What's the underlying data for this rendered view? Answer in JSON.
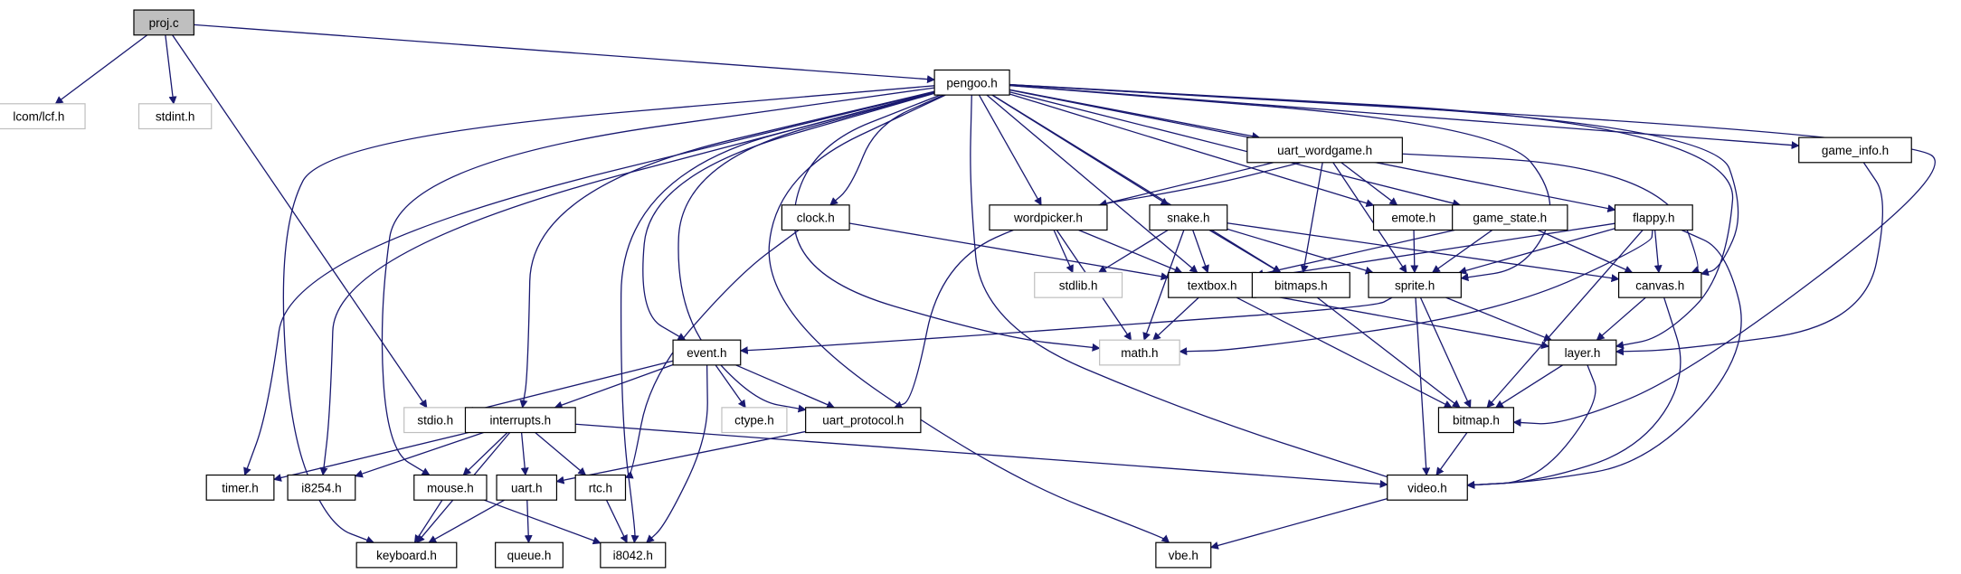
{
  "graph": {
    "root": "proj.c",
    "colors": {
      "edge": "#191970",
      "node_fill": "#ffffff",
      "node_stroke": "#000000",
      "system_header_stroke": "#bfbfbf",
      "root_fill": "#bfbfbf"
    },
    "nodes": [
      {
        "id": "proj",
        "label": "proj.c",
        "style": "root"
      },
      {
        "id": "lcf",
        "label": "lcom/lcf.h",
        "style": "system"
      },
      {
        "id": "stdint",
        "label": "stdint.h",
        "style": "system"
      },
      {
        "id": "pengoo",
        "label": "pengoo.h",
        "style": "normal"
      },
      {
        "id": "uartwg",
        "label": "uart_wordgame.h",
        "style": "normal"
      },
      {
        "id": "gameinfo",
        "label": "game_info.h",
        "style": "normal"
      },
      {
        "id": "clock",
        "label": "clock.h",
        "style": "normal"
      },
      {
        "id": "wordpicker",
        "label": "wordpicker.h",
        "style": "normal"
      },
      {
        "id": "snake",
        "label": "snake.h",
        "style": "normal"
      },
      {
        "id": "emote",
        "label": "emote.h",
        "style": "normal"
      },
      {
        "id": "gamestate",
        "label": "game_state.h",
        "style": "normal"
      },
      {
        "id": "flappy",
        "label": "flappy.h",
        "style": "normal"
      },
      {
        "id": "stdlib",
        "label": "stdlib.h",
        "style": "system"
      },
      {
        "id": "textbox",
        "label": "textbox.h",
        "style": "normal"
      },
      {
        "id": "bitmaps",
        "label": "bitmaps.h",
        "style": "normal"
      },
      {
        "id": "sprite",
        "label": "sprite.h",
        "style": "normal"
      },
      {
        "id": "canvas",
        "label": "canvas.h",
        "style": "normal"
      },
      {
        "id": "math",
        "label": "math.h",
        "style": "system"
      },
      {
        "id": "event",
        "label": "event.h",
        "style": "normal"
      },
      {
        "id": "layer",
        "label": "layer.h",
        "style": "normal"
      },
      {
        "id": "stdio",
        "label": "stdio.h",
        "style": "system"
      },
      {
        "id": "interrupts",
        "label": "interrupts.h",
        "style": "normal"
      },
      {
        "id": "ctype",
        "label": "ctype.h",
        "style": "system"
      },
      {
        "id": "uartproto",
        "label": "uart_protocol.h",
        "style": "normal"
      },
      {
        "id": "bitmap",
        "label": "bitmap.h",
        "style": "normal"
      },
      {
        "id": "timer",
        "label": "timer.h",
        "style": "normal"
      },
      {
        "id": "i8254",
        "label": "i8254.h",
        "style": "normal"
      },
      {
        "id": "mouse",
        "label": "mouse.h",
        "style": "normal"
      },
      {
        "id": "uart",
        "label": "uart.h",
        "style": "normal"
      },
      {
        "id": "rtc",
        "label": "rtc.h",
        "style": "normal"
      },
      {
        "id": "video",
        "label": "video.h",
        "style": "normal"
      },
      {
        "id": "keyboard",
        "label": "keyboard.h",
        "style": "normal"
      },
      {
        "id": "queue",
        "label": "queue.h",
        "style": "normal"
      },
      {
        "id": "i8042",
        "label": "i8042.h",
        "style": "normal"
      },
      {
        "id": "vbe",
        "label": "vbe.h",
        "style": "normal"
      }
    ],
    "edges": [
      [
        "proj",
        "lcf"
      ],
      [
        "proj",
        "stdint"
      ],
      [
        "proj",
        "pengoo"
      ],
      [
        "proj",
        "stdio"
      ],
      [
        "pengoo",
        "uartwg"
      ],
      [
        "pengoo",
        "gameinfo"
      ],
      [
        "pengoo",
        "clock"
      ],
      [
        "pengoo",
        "wordpicker"
      ],
      [
        "pengoo",
        "snake"
      ],
      [
        "pengoo",
        "emote"
      ],
      [
        "pengoo",
        "gamestate"
      ],
      [
        "pengoo",
        "flappy"
      ],
      [
        "pengoo",
        "textbox"
      ],
      [
        "pengoo",
        "bitmaps"
      ],
      [
        "pengoo",
        "sprite"
      ],
      [
        "pengoo",
        "canvas"
      ],
      [
        "pengoo",
        "math"
      ],
      [
        "pengoo",
        "event"
      ],
      [
        "pengoo",
        "layer"
      ],
      [
        "pengoo",
        "interrupts"
      ],
      [
        "pengoo",
        "uartproto"
      ],
      [
        "pengoo",
        "bitmap"
      ],
      [
        "pengoo",
        "timer"
      ],
      [
        "pengoo",
        "i8254"
      ],
      [
        "pengoo",
        "mouse"
      ],
      [
        "pengoo",
        "video"
      ],
      [
        "pengoo",
        "keyboard"
      ],
      [
        "pengoo",
        "i8042"
      ],
      [
        "pengoo",
        "vbe"
      ],
      [
        "uartwg",
        "wordpicker"
      ],
      [
        "uartwg",
        "emote"
      ],
      [
        "uartwg",
        "bitmaps"
      ],
      [
        "uartwg",
        "sprite"
      ],
      [
        "uartwg",
        "canvas"
      ],
      [
        "uartwg",
        "uartproto"
      ],
      [
        "gameinfo",
        "layer"
      ],
      [
        "clock",
        "textbox"
      ],
      [
        "clock",
        "rtc"
      ],
      [
        "wordpicker",
        "stdlib"
      ],
      [
        "wordpicker",
        "textbox"
      ],
      [
        "wordpicker",
        "math"
      ],
      [
        "snake",
        "stdlib"
      ],
      [
        "snake",
        "textbox"
      ],
      [
        "snake",
        "bitmaps"
      ],
      [
        "snake",
        "sprite"
      ],
      [
        "snake",
        "canvas"
      ],
      [
        "snake",
        "math"
      ],
      [
        "emote",
        "sprite"
      ],
      [
        "gamestate",
        "textbox"
      ],
      [
        "gamestate",
        "sprite"
      ],
      [
        "gamestate",
        "canvas"
      ],
      [
        "flappy",
        "textbox"
      ],
      [
        "flappy",
        "sprite"
      ],
      [
        "flappy",
        "canvas"
      ],
      [
        "flappy",
        "math"
      ],
      [
        "flappy",
        "bitmap"
      ],
      [
        "flappy",
        "video"
      ],
      [
        "textbox",
        "math"
      ],
      [
        "textbox",
        "layer"
      ],
      [
        "textbox",
        "bitmap"
      ],
      [
        "bitmaps",
        "bitmap"
      ],
      [
        "sprite",
        "event"
      ],
      [
        "sprite",
        "layer"
      ],
      [
        "sprite",
        "bitmap"
      ],
      [
        "sprite",
        "video"
      ],
      [
        "canvas",
        "layer"
      ],
      [
        "canvas",
        "video"
      ],
      [
        "event",
        "stdio"
      ],
      [
        "event",
        "interrupts"
      ],
      [
        "event",
        "ctype"
      ],
      [
        "event",
        "uartproto"
      ],
      [
        "event",
        "i8042"
      ],
      [
        "layer",
        "bitmap"
      ],
      [
        "layer",
        "video"
      ],
      [
        "interrupts",
        "timer"
      ],
      [
        "interrupts",
        "i8254"
      ],
      [
        "interrupts",
        "mouse"
      ],
      [
        "interrupts",
        "uart"
      ],
      [
        "interrupts",
        "rtc"
      ],
      [
        "interrupts",
        "video"
      ],
      [
        "interrupts",
        "keyboard"
      ],
      [
        "uartproto",
        "uart"
      ],
      [
        "bitmap",
        "video"
      ],
      [
        "mouse",
        "keyboard"
      ],
      [
        "mouse",
        "i8042"
      ],
      [
        "uart",
        "keyboard"
      ],
      [
        "uart",
        "queue"
      ],
      [
        "rtc",
        "i8042"
      ],
      [
        "video",
        "vbe"
      ]
    ]
  }
}
